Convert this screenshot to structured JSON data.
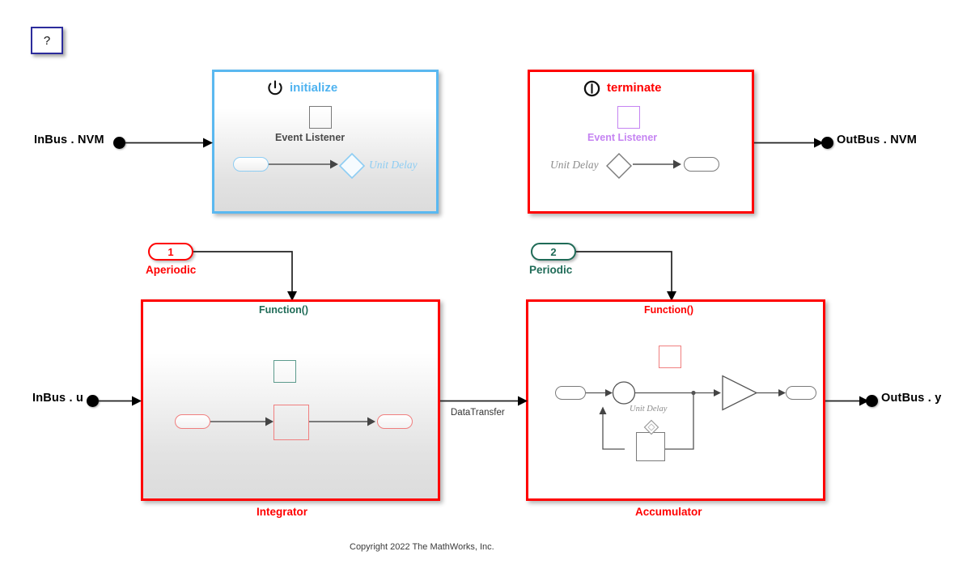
{
  "toolbar": {
    "help_label": "?"
  },
  "signals": {
    "in_nvm": "InBus . NVM",
    "out_nvm": "OutBus . NVM",
    "in_u": "InBus . u",
    "out_y": "OutBus . y",
    "data_transfer": "DataTransfer"
  },
  "blocks": {
    "initialize": {
      "title": "initialize",
      "icon": "power-icon",
      "event_listener": "Event Listener",
      "unit_delay": "Unit Delay",
      "border_color": "#5ab8f0",
      "title_color": "#4fb3f0"
    },
    "terminate": {
      "title": "terminate",
      "icon": "terminate-icon",
      "event_listener": "Event Listener",
      "unit_delay": "Unit Delay",
      "border_color": "#ff0000",
      "title_color": "#ff0000",
      "accent_color": "#c583f2"
    },
    "integrator": {
      "function_label": "Function()",
      "name": "Integrator",
      "border_color": "#ff0000",
      "function_color": "#1f6b57",
      "name_color": "#ff0000"
    },
    "accumulator": {
      "function_label": "Function()",
      "name": "Accumulator",
      "unit_delay": "Unit Delay",
      "border_color": "#ff0000",
      "function_color": "#ff0000",
      "name_color": "#ff0000"
    }
  },
  "ports": {
    "aperiodic": {
      "number": "1",
      "label": "Aperiodic",
      "color": "#ff0000"
    },
    "periodic": {
      "number": "2",
      "label": "Periodic",
      "color": "#1f6b57"
    }
  },
  "footer": {
    "copyright": "Copyright 2022 The MathWorks, Inc."
  }
}
